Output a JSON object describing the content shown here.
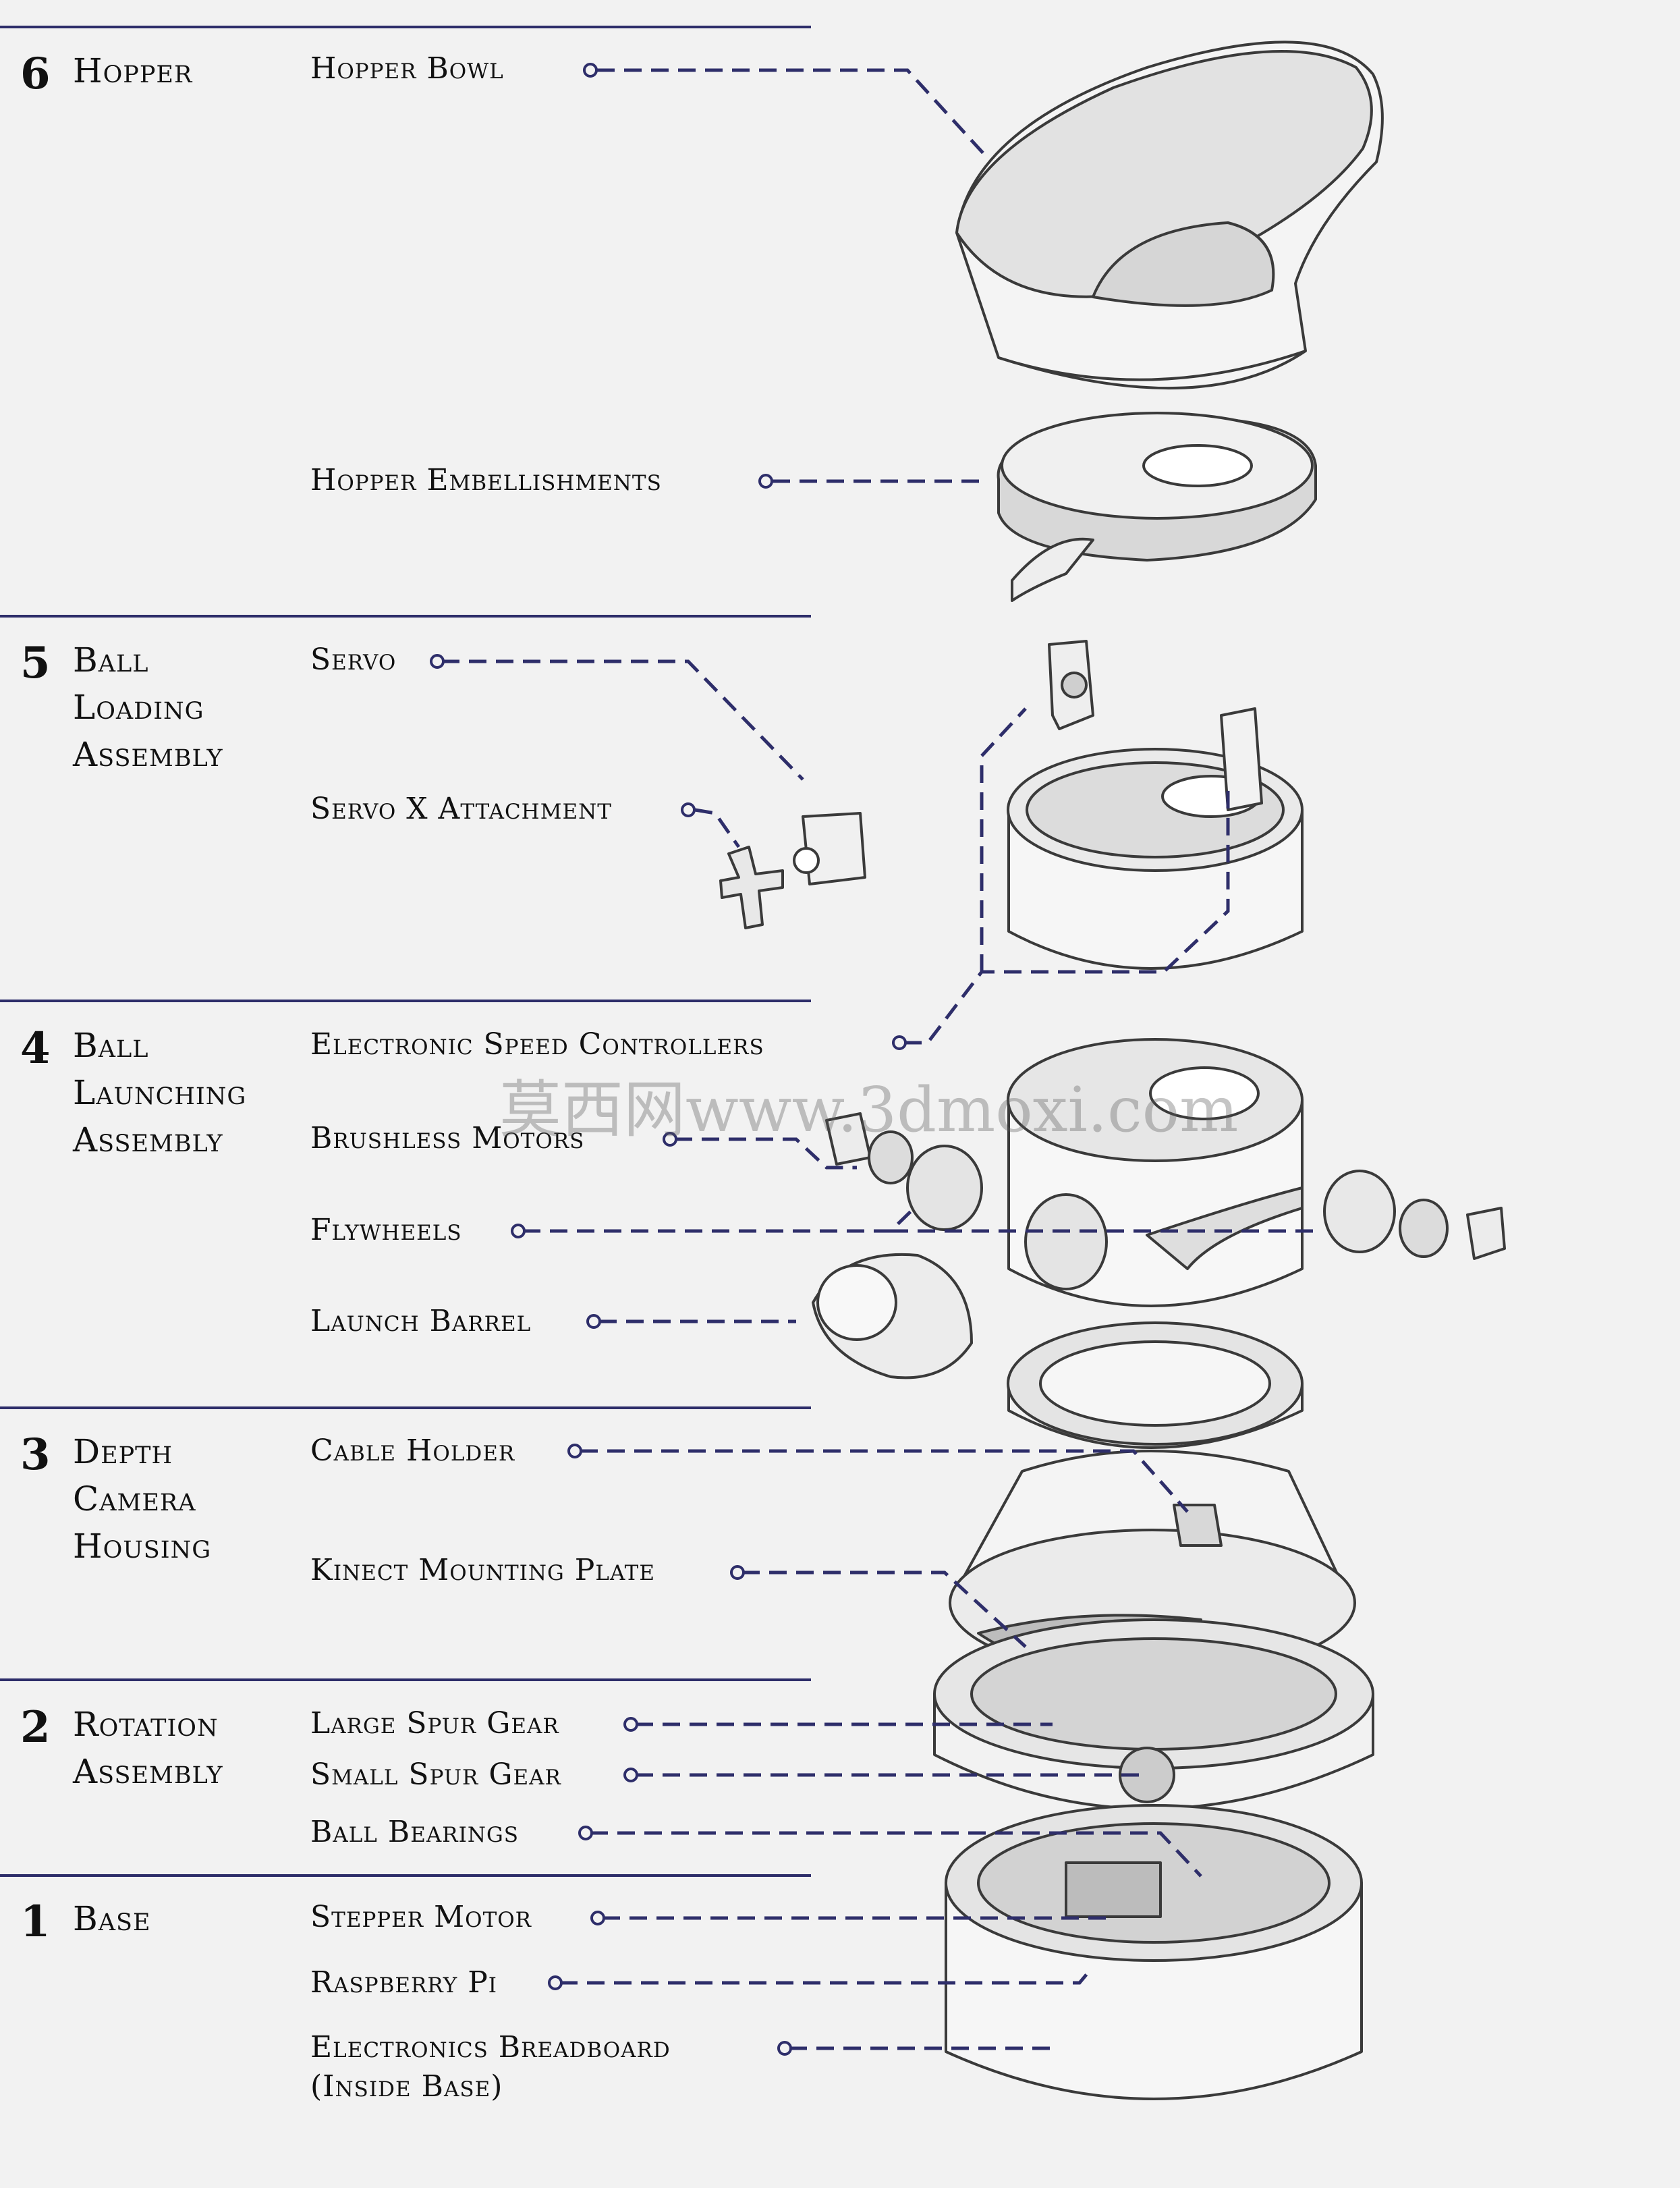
{
  "colors": {
    "background": "#f2f2f2",
    "leader_line": "#2e2e6a",
    "divider": "#2e2e6a",
    "part_fill": "#ffffff",
    "part_stroke": "#3a3a3a"
  },
  "watermark": "莫西网www.3dmoxi.com",
  "sections": [
    {
      "number": "6",
      "title_lines": [
        "Hopper"
      ],
      "labels": [
        "Hopper Bowl",
        "Hopper Embellishments"
      ]
    },
    {
      "number": "5",
      "title_lines": [
        "Ball",
        "Loading",
        "Assembly"
      ],
      "labels": [
        "Servo",
        "Servo X Attachment"
      ]
    },
    {
      "number": "4",
      "title_lines": [
        "Ball",
        "Launching",
        "Assembly"
      ],
      "labels": [
        "Electronic Speed Controllers",
        "Brushless Motors",
        "Flywheels",
        "Launch Barrel"
      ]
    },
    {
      "number": "3",
      "title_lines": [
        "Depth",
        "Camera",
        "Housing"
      ],
      "labels": [
        "Cable Holder",
        "Kinect Mounting Plate"
      ]
    },
    {
      "number": "2",
      "title_lines": [
        "Rotation",
        "Assembly"
      ],
      "labels": [
        "Large Spur Gear",
        "Small Spur Gear",
        "Ball Bearings"
      ]
    },
    {
      "number": "1",
      "title_lines": [
        "Base"
      ],
      "labels": [
        "Stepper Motor",
        "Raspberry Pi",
        "Electronics Breadboard",
        "(Inside Base)"
      ]
    }
  ]
}
